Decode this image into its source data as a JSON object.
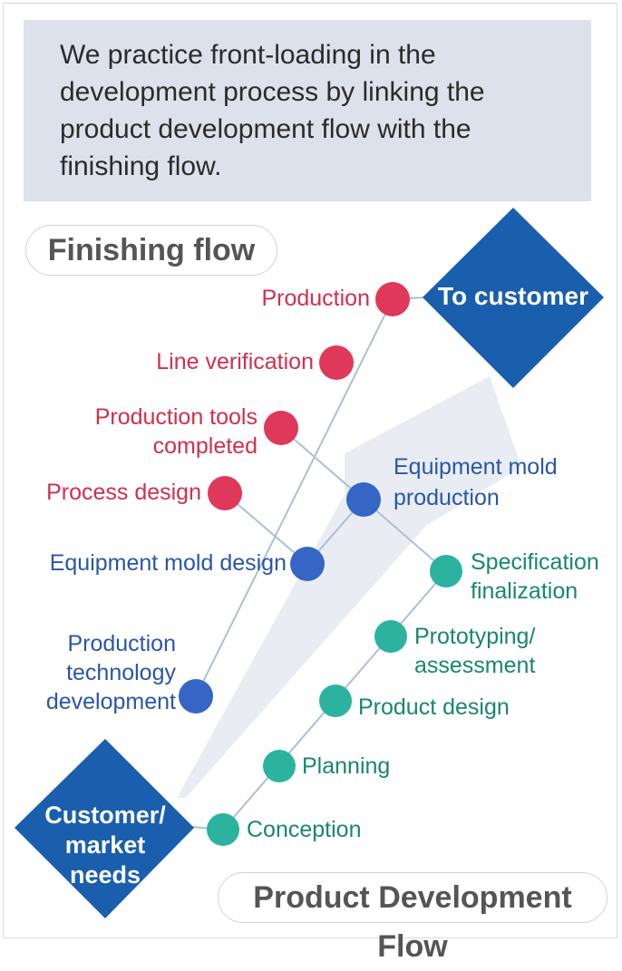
{
  "intro_text": "We practice front-loading in the development process by linking the product development flow with the finishing flow.",
  "finishing_flow_label": "Finishing flow",
  "product_flow_label": "Product Development Flow",
  "to_customer": "To customer",
  "customer_needs": "Customer/ market needs",
  "finishing_steps": [
    "Production",
    "Line verification",
    "Production tools completed",
    "Process design"
  ],
  "equipment_steps": [
    "Equipment mold production",
    "Equipment mold design",
    "Production technology development"
  ],
  "product_steps": [
    "Specification finalization",
    "Prototyping/ assessment",
    "Product design",
    "Planning",
    "Conception"
  ],
  "colors": {
    "finishing": "#e0385a",
    "equipment": "#3566c6",
    "product": "#2bb3a0",
    "diamond": "#1a5fae",
    "lines": "#aac0d8",
    "arrow": "#e9edf3"
  }
}
